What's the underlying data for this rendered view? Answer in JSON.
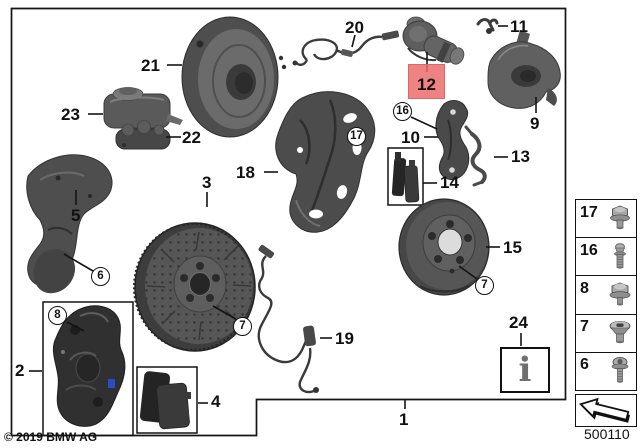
{
  "diagram": {
    "copyright": "© 2019 BMW AG",
    "code": "500110",
    "highlight_color": "#ec6c6c",
    "highlighted_part": "12"
  },
  "part_labels": {
    "1": "1",
    "2": "2",
    "3": "3",
    "4": "4",
    "5": "5",
    "6": "6",
    "7": "7",
    "8": "8",
    "9": "9",
    "10": "10",
    "11": "11",
    "12": "12",
    "13": "13",
    "14": "14",
    "15": "15",
    "16": "16",
    "17": "17",
    "18": "18",
    "19": "19",
    "20": "20",
    "21": "21",
    "22": "22",
    "23": "23",
    "24": "24"
  },
  "sidebar": {
    "items": [
      {
        "label": "17",
        "icon": "hex-flange-bolt-icon"
      },
      {
        "label": "16",
        "icon": "collar-stud-bolt-icon"
      },
      {
        "label": "8",
        "icon": "hex-flange-screw-icon"
      },
      {
        "label": "7",
        "icon": "countersunk-socket-screw-icon"
      },
      {
        "label": "6",
        "icon": "torx-pan-screw-icon"
      }
    ]
  },
  "info_box": {
    "glyph": "i"
  }
}
